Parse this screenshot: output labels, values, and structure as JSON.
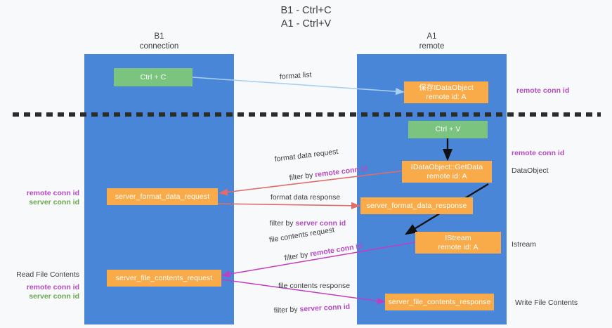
{
  "diagram": {
    "title": "B1 - Ctrl+C\nA1 - Ctrl+V",
    "colors": {
      "lane": "#4a86d8",
      "green_box": "#7ac47f",
      "orange_box": "#f9ab4a",
      "magenta": "#b44bc0",
      "green_text": "#6aa84f",
      "red_arrow": "#e06c6c",
      "magenta_arrow": "#c13ec1",
      "light_blue_arrow": "#a8d0f0",
      "black_arrow": "#000000",
      "background": "#f8f9fa"
    },
    "lanes": [
      {
        "id": "b1",
        "label": "B1\nconnection"
      },
      {
        "id": "a1",
        "label": "A1\nremote"
      }
    ],
    "boxes": {
      "ctrl_c": "Ctrl + C",
      "ctrl_v": "Ctrl + V",
      "save_idataobject": "保存IDataObject\nremote id: A",
      "idataobject_getdata": "IDataObject::GetData\nremote id: A",
      "istream": "IStream\nremote id: A",
      "server_format_data_request": "server_format_data_request",
      "server_format_data_response": "server_format_data_response",
      "server_file_contents_request": "server_file_contents_request",
      "server_file_contents_response": "server_file_contents_response"
    },
    "edge_labels": {
      "format_list": "format list",
      "format_data_request": "format data request",
      "format_data_request_filter_prefix": "filter by ",
      "format_data_request_filter_key": "remote conn id",
      "format_data_response": "format data response",
      "format_data_response_filter_prefix": "filter by ",
      "format_data_response_filter_key": "server conn id",
      "file_contents_request": "file contents request",
      "file_contents_request_filter_prefix": "filter by ",
      "file_contents_request_filter_key": "remote conn id",
      "file_contents_response": "file contents response",
      "file_contents_response_filter_prefix": "filter by ",
      "file_contents_response_filter_key": "server conn id"
    },
    "annotations": {
      "right_remote_conn_id_top": "remote conn id",
      "right_remote_conn_id_mid": "remote conn id",
      "right_dataobject": "DataObject",
      "right_istream": "Istream",
      "right_write_file_contents": "Write File Contents",
      "left_remote_conn_id": "remote conn id",
      "left_server_conn_id": "server conn id",
      "left_read_file_contents": "Read File Contents",
      "left_remote_conn_id_2": "remote conn id",
      "left_server_conn_id_2": "server conn id"
    }
  }
}
